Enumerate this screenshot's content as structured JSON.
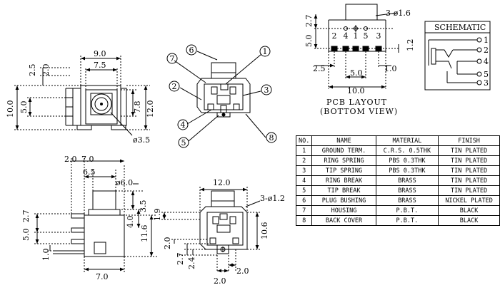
{
  "front_view": {
    "dims": [
      "9.0",
      "7.5",
      "2.5",
      "2.0",
      "10.0",
      "5.0",
      "7.8",
      "12.0",
      "ø3.5"
    ]
  },
  "callout_view": {
    "callouts": [
      "7",
      "6",
      "1",
      "2",
      "3",
      "4",
      "5",
      "8"
    ]
  },
  "pcb_layout": {
    "dims": [
      "2.7",
      "5.0",
      "3-ø1.6",
      "1.2",
      "2.5",
      "1.0",
      "5.0",
      "10.0"
    ],
    "pins": [
      "2",
      "4",
      "1",
      "5",
      "3"
    ],
    "title_line1": "PCB LAYOUT",
    "title_line2": "(BOTTOM VIEW)"
  },
  "schematic": {
    "title": "SCHEMATIC",
    "pins": [
      "1",
      "2",
      "4",
      "5",
      "3"
    ]
  },
  "side_view": {
    "dims": [
      "2.0",
      "7.0",
      "6.5",
      "ø6.0",
      "3.5",
      "2.7",
      "5.0",
      "4.0",
      "11.6",
      "1.0",
      "7.0"
    ]
  },
  "bottom_front_view": {
    "dims": [
      "12.0",
      "3-ø1.2",
      "1.9",
      "10.6",
      "2.0",
      "2.7",
      "2.4",
      "2.0",
      "2.0"
    ]
  },
  "spec_table": {
    "headers": [
      "NO.",
      "NAME",
      "MATERIAL",
      "FINISH"
    ],
    "rows": [
      [
        "1",
        "GROUND TERM.",
        "C.R.S. 0.5THK",
        "TIN PLATED"
      ],
      [
        "2",
        "RING SPRING",
        "PBS 0.3THK",
        "TIN PLATED"
      ],
      [
        "3",
        "TIP SPRING",
        "PBS 0.3THK",
        "TIN PLATED"
      ],
      [
        "4",
        "RING BREAK",
        "BRASS",
        "TIN PLATED"
      ],
      [
        "5",
        "TIP BREAK",
        "BRASS",
        "TIN PLATED"
      ],
      [
        "6",
        "PLUG BUSHING",
        "BRASS",
        "NICKEL PLATED"
      ],
      [
        "7",
        "HOUSING",
        "P.B.T.",
        "BLACK"
      ],
      [
        "8",
        "BACK COVER",
        "P.B.T.",
        "BLACK"
      ]
    ]
  }
}
